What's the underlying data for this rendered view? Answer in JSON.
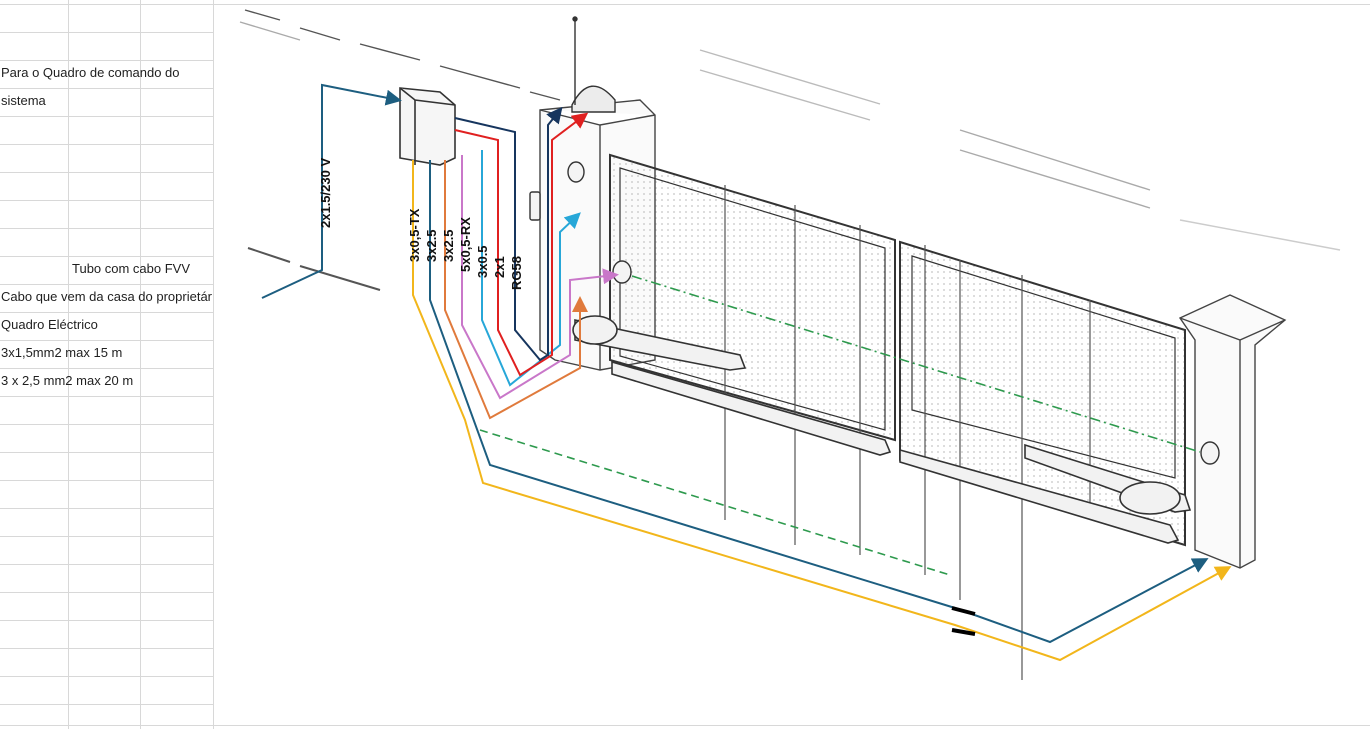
{
  "sheet_labels": {
    "control_panel_line1": "Para o Quadro de comando do",
    "control_panel_line2": "sistema",
    "tube": "Tubo com cabo FVV",
    "house_cable": "Cabo que vem da casa do proprietár",
    "panel": "Quadro Eléctrico",
    "spec1": "3x1,5mm2 max 15 m",
    "spec2": "3 x 2,5 mm2 max 20 m"
  },
  "cable_labels": {
    "power": "2x1.5/230 V",
    "tx": "3x0,5-TX",
    "m1": "3x2.5",
    "m2": "3x2.5",
    "rx": "5x0,5-RX",
    "c05": "3x0.5",
    "lamp": "2x1",
    "antenna": "RG58"
  },
  "colors": {
    "navy": "#16355e",
    "teal": "#1d5e80",
    "yellow": "#f2b61b",
    "orange": "#e07a3c",
    "pink": "#c977c9",
    "cyan": "#27a7d8",
    "red": "#e02020",
    "green": "#2e9a4e",
    "drawing": "#333333"
  }
}
